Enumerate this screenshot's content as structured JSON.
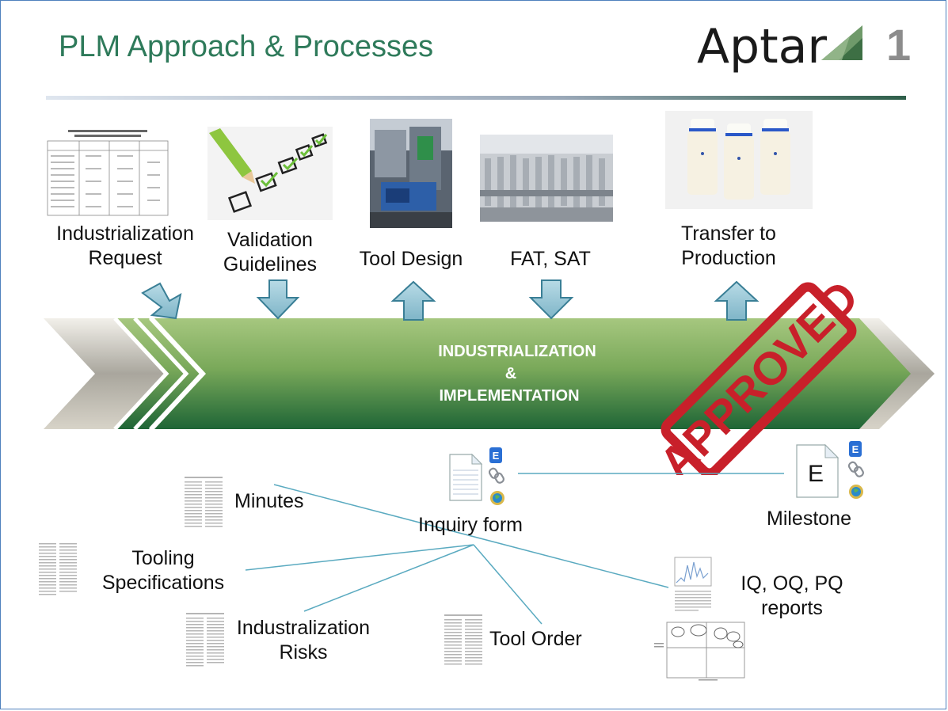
{
  "title": "PLM Approach & Processes",
  "logo": {
    "text": "Aptar",
    "page_number": "1"
  },
  "steps": [
    {
      "label_line1": "Industrialization",
      "label_line2": "Request",
      "arrow": "down"
    },
    {
      "label_line1": "Validation",
      "label_line2": "Guidelines",
      "arrow": "down"
    },
    {
      "label_line1": "Tool Design",
      "label_line2": "",
      "arrow": "up"
    },
    {
      "label_line1": "FAT, SAT",
      "label_line2": "",
      "arrow": "down"
    },
    {
      "label_line1": "Transfer to",
      "label_line2": "Production",
      "arrow": "up"
    }
  ],
  "band": {
    "line1": "INDUSTRIALIZATION",
    "line2": "&",
    "line3": "IMPLEMENTATION"
  },
  "stamp": "APPROVED",
  "documents": {
    "minutes": "Minutes",
    "tooling_line1": "Tooling",
    "tooling_line2": "Specifications",
    "risks_line1": "Industralization",
    "risks_line2": "Risks",
    "tool_order": "Tool Order",
    "inquiry_form": "Inquiry form",
    "milestone": "Milestone",
    "milestone_icon_letter": "E",
    "reports_line1": "IQ, OQ, PQ",
    "reports_line2": "reports"
  },
  "colors": {
    "title": "#2e7a5a",
    "band_dark": "#1f6a3a",
    "band_light": "#8fb56a",
    "arrow_fill": "#8fc0d0",
    "arrow_stroke": "#3a7f96",
    "connector": "#5aaac0",
    "stamp": "#c8202a"
  }
}
